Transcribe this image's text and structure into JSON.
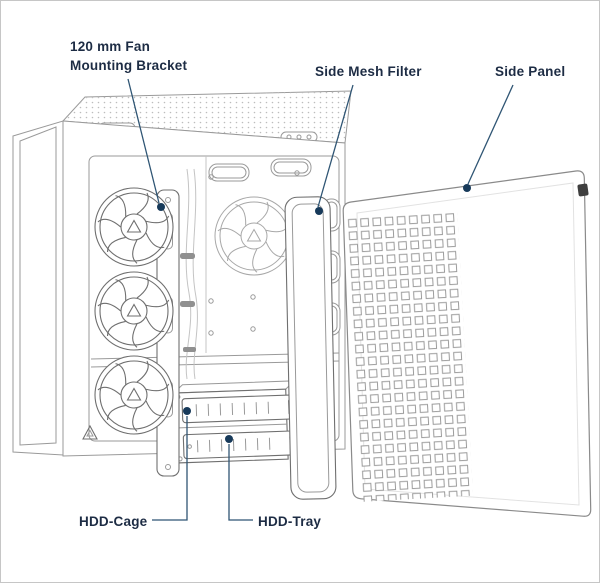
{
  "labels": {
    "fan_bracket": {
      "line1": "120 mm Fan",
      "line2": "Mounting Bracket"
    },
    "side_mesh_filter": "Side Mesh Filter",
    "side_panel": "Side Panel",
    "hdd_cage": "HDD-Cage",
    "hdd_tray": "HDD-Tray"
  },
  "colors": {
    "label_text": "#1d2c44",
    "leader_line": "#2f5574",
    "callout_dot": "#173a5a",
    "line_art": "#9a9a9a",
    "line_art_dark": "#6f6f6f",
    "background": "#ffffff",
    "page_border": "#c6c6c6"
  }
}
